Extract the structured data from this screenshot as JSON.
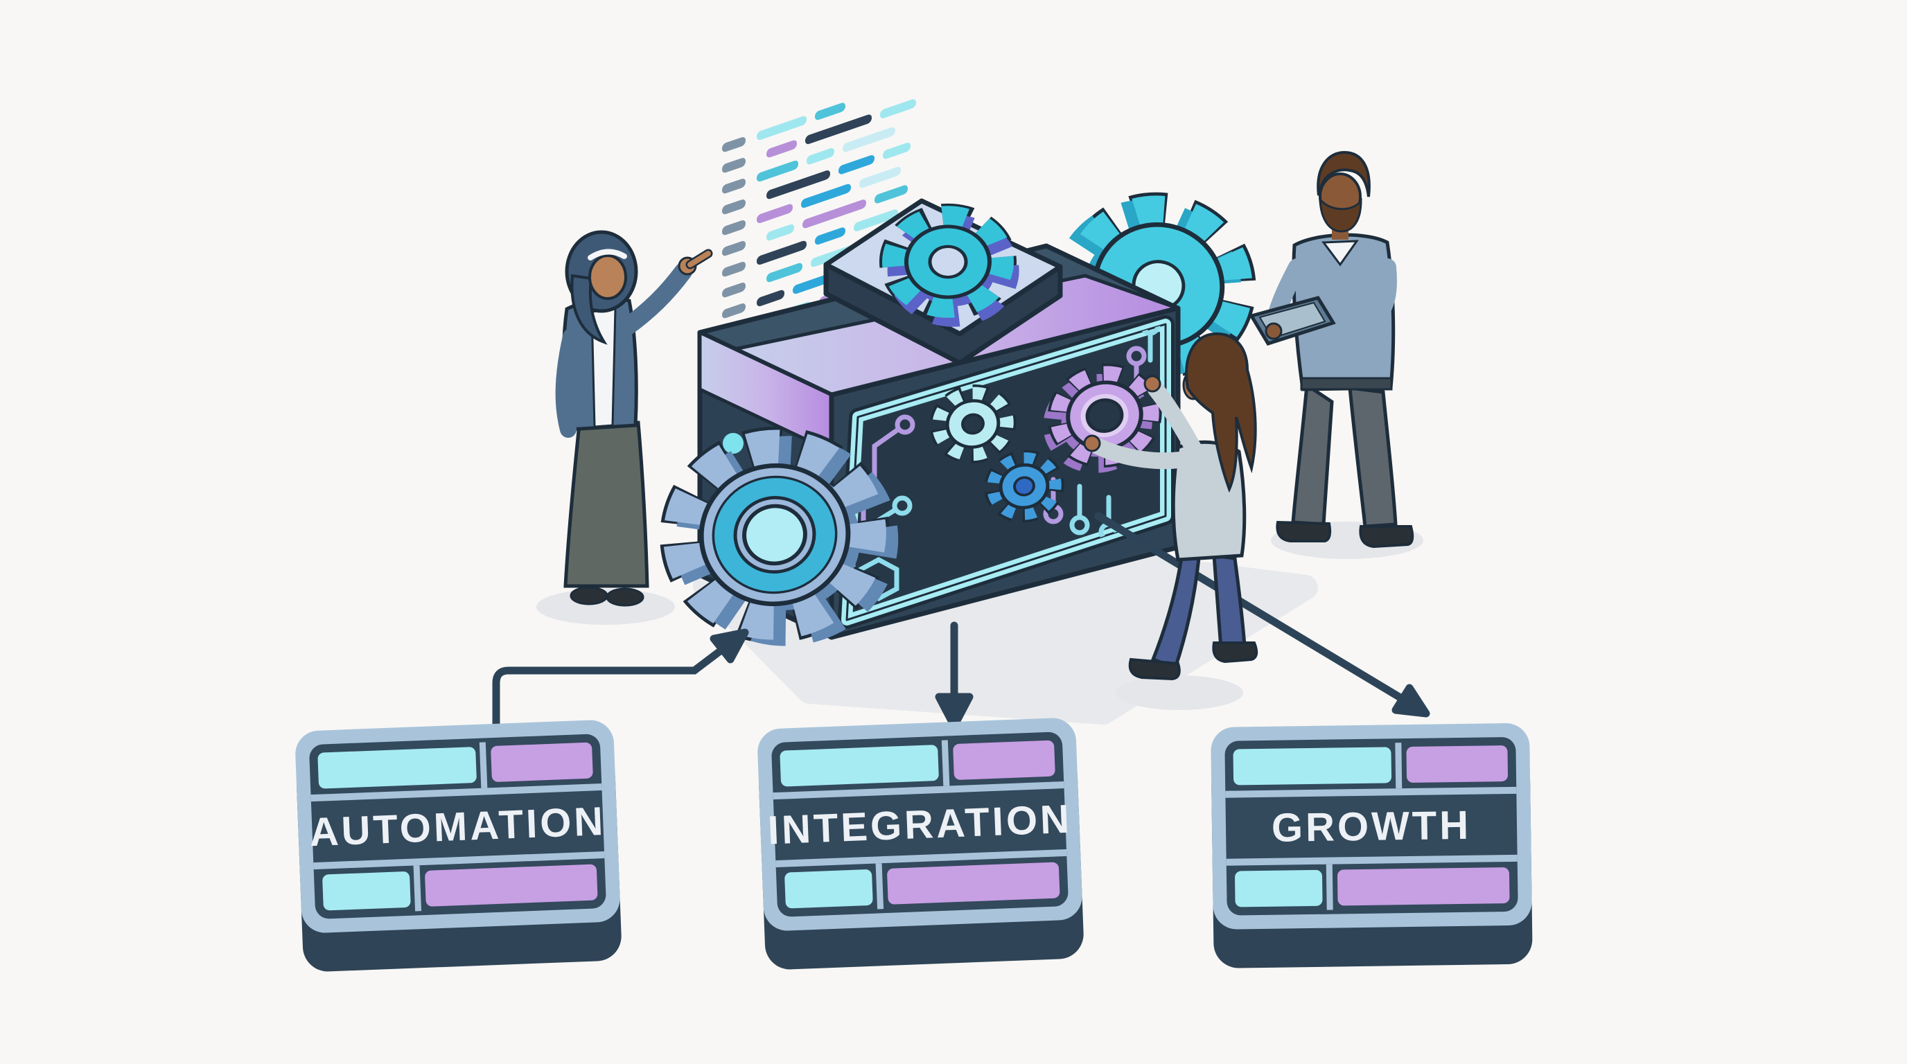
{
  "scene_title": "Automation machine illustration",
  "cards": [
    {
      "id": "automation",
      "label": "AUTOMATION"
    },
    {
      "id": "integration",
      "label": "INTEGRATION"
    },
    {
      "id": "growth",
      "label": "GROWTH"
    }
  ],
  "colors": {
    "bg": "#f8f7f5",
    "ink": "#1e2d3b",
    "arrow": "#2d4458",
    "shadow": "#e7e9ec",
    "person_shadow": "#e4e6e9",
    "card_frame": "#a9c4da",
    "card_panel": "#33495c",
    "card_base": "#2f4456",
    "bar_cyan": "#a6ebf1",
    "bar_purple": "#c79fe3",
    "label_text": "#edf1f5",
    "machine_left": "#2d4154",
    "machine_right": "#2f4557",
    "machine_top": "#3c5468",
    "band_light": "#c6cfeb",
    "band_purple": "#b68ce0",
    "cap_top": "#ccd9ee",
    "cap_rim": "#2b3d4f",
    "dot_cyan": "#7fe3ee",
    "panel_bg": "#263847",
    "panel_border": "#a8ecf4",
    "gear_steel": "#9cb9dc",
    "gear_steel_ring": "#3db5d8",
    "gear_steel_hub": "#b2ecf4",
    "gear_steel_side": "#6288b4",
    "gear_teal": "#35c3da",
    "gear_teal_side": "#5b63c8",
    "gear_cyan_big": "#44cbe1",
    "gear_cyan_side": "#2aa6c6",
    "gear_cyan_hub": "#bdf0f6",
    "gear_pale": "#b9ecf2",
    "gear_blue": "#3f9bdb",
    "gear_blue_dark": "#3069c4",
    "gear_purple": "#c7a3e8",
    "gear_purple_side": "#9c76c8",
    "gear_purple_hole": "#e0cef2",
    "trace_cyan": "#8fdcec",
    "trace_purple": "#b39ae0",
    "code_gray": "#7f93a6",
    "code_navy": "#2f4257",
    "code_cyan": "#9fe7ef",
    "code_teal": "#4fc3d9",
    "code_blue": "#2ea8db",
    "code_purple": "#b78fd9",
    "code_pale": "#c9ecf4",
    "skin_1": "#b98258",
    "skin_2": "#8a5a38",
    "skin_3": "#a9714b",
    "hijab": "#3d5976",
    "blazer": "#51708f",
    "skirt": "#5f6862",
    "white_cloth": "#f3f5f7",
    "sweater": "#8ba6be",
    "trousers": "#5c666c",
    "shoe": "#2a3136",
    "hair_brown": "#5e3c24",
    "jeans": "#4a5d92",
    "top_gray": "#c6d0d7",
    "tablet": "#5d7b92",
    "tablet_screen": "#a9bfce"
  },
  "icons": {
    "machine": "gear-machine-icon",
    "code": "code-snippet-icon",
    "gears": "gear-icon",
    "arrows": "flow-arrow-icon"
  }
}
